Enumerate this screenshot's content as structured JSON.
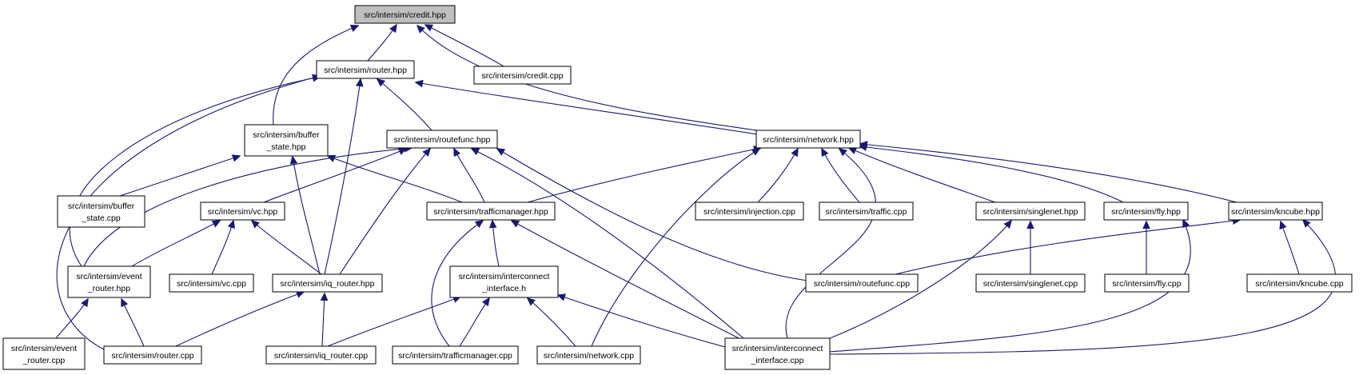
{
  "colors": {
    "background": "#ffffff",
    "root_fill": "#bfbfbf",
    "node_fill": "#ffffff",
    "node_border": "#000000",
    "edge": "#191970"
  },
  "nodes": [
    {
      "id": "credit_hpp",
      "lines": [
        "src/intersim/credit.hpp"
      ],
      "root": true
    },
    {
      "id": "router_hpp",
      "lines": [
        "src/intersim/router.hpp"
      ]
    },
    {
      "id": "credit_cpp",
      "lines": [
        "src/intersim/credit.cpp"
      ]
    },
    {
      "id": "buffer_state_hpp",
      "lines": [
        "src/intersim/buffer",
        "_state.hpp"
      ]
    },
    {
      "id": "routefunc_hpp",
      "lines": [
        "src/intersim/routefunc.hpp"
      ]
    },
    {
      "id": "network_hpp",
      "lines": [
        "src/intersim/network.hpp"
      ]
    },
    {
      "id": "buffer_state_cpp",
      "lines": [
        "src/intersim/buffer",
        "_state.cpp"
      ]
    },
    {
      "id": "vc_hpp",
      "lines": [
        "src/intersim/vc.hpp"
      ]
    },
    {
      "id": "trafficmanager_hpp",
      "lines": [
        "src/intersim/trafficmanager.hpp"
      ]
    },
    {
      "id": "injection_cpp",
      "lines": [
        "src/intersim/injection.cpp"
      ]
    },
    {
      "id": "traffic_cpp",
      "lines": [
        "src/intersim/traffic.cpp"
      ]
    },
    {
      "id": "singlenet_hpp",
      "lines": [
        "src/intersim/singlenet.hpp"
      ]
    },
    {
      "id": "fly_hpp",
      "lines": [
        "src/intersim/fly.hpp"
      ]
    },
    {
      "id": "kncube_hpp",
      "lines": [
        "src/intersim/kncube.hpp"
      ]
    },
    {
      "id": "event_router_hpp",
      "lines": [
        "src/intersim/event",
        "_router.hpp"
      ]
    },
    {
      "id": "vc_cpp",
      "lines": [
        "src/intersim/vc.cpp"
      ]
    },
    {
      "id": "iq_router_hpp",
      "lines": [
        "src/intersim/iq_router.hpp"
      ]
    },
    {
      "id": "interconnect_interface_h",
      "lines": [
        "src/intersim/interconnect",
        "_interface.h"
      ]
    },
    {
      "id": "routefunc_cpp",
      "lines": [
        "src/intersim/routefunc.cpp"
      ]
    },
    {
      "id": "singlenet_cpp",
      "lines": [
        "src/intersim/singlenet.cpp"
      ]
    },
    {
      "id": "fly_cpp",
      "lines": [
        "src/intersim/fly.cpp"
      ]
    },
    {
      "id": "kncube_cpp",
      "lines": [
        "src/intersim/kncube.cpp"
      ]
    },
    {
      "id": "event_router_cpp",
      "lines": [
        "src/intersim/event",
        "_router.cpp"
      ]
    },
    {
      "id": "router_cpp",
      "lines": [
        "src/intersim/router.cpp"
      ]
    },
    {
      "id": "iq_router_cpp",
      "lines": [
        "src/intersim/iq_router.cpp"
      ]
    },
    {
      "id": "trafficmanager_cpp",
      "lines": [
        "src/intersim/trafficmanager.cpp"
      ]
    },
    {
      "id": "network_cpp",
      "lines": [
        "src/intersim/network.cpp"
      ]
    },
    {
      "id": "interconnect_interface_cpp",
      "lines": [
        "src/intersim/interconnect",
        "_interface.cpp"
      ]
    }
  ],
  "edges": [
    {
      "from": "router_hpp",
      "to": "credit_hpp"
    },
    {
      "from": "credit_cpp",
      "to": "credit_hpp"
    },
    {
      "from": "buffer_state_hpp",
      "to": "credit_hpp"
    },
    {
      "from": "network_hpp",
      "to": "credit_hpp"
    },
    {
      "from": "routefunc_hpp",
      "to": "router_hpp"
    },
    {
      "from": "network_hpp",
      "to": "router_hpp"
    },
    {
      "from": "event_router_hpp",
      "to": "router_hpp"
    },
    {
      "from": "iq_router_hpp",
      "to": "router_hpp"
    },
    {
      "from": "router_cpp",
      "to": "router_hpp"
    },
    {
      "from": "buffer_state_cpp",
      "to": "buffer_state_hpp"
    },
    {
      "from": "trafficmanager_hpp",
      "to": "buffer_state_hpp"
    },
    {
      "from": "iq_router_hpp",
      "to": "buffer_state_hpp"
    },
    {
      "from": "vc_hpp",
      "to": "routefunc_hpp"
    },
    {
      "from": "trafficmanager_hpp",
      "to": "routefunc_hpp"
    },
    {
      "from": "event_router_hpp",
      "to": "routefunc_hpp"
    },
    {
      "from": "iq_router_hpp",
      "to": "routefunc_hpp"
    },
    {
      "from": "routefunc_cpp",
      "to": "routefunc_hpp"
    },
    {
      "from": "interconnect_interface_cpp",
      "to": "routefunc_hpp"
    },
    {
      "from": "trafficmanager_hpp",
      "to": "network_hpp"
    },
    {
      "from": "injection_cpp",
      "to": "network_hpp"
    },
    {
      "from": "traffic_cpp",
      "to": "network_hpp"
    },
    {
      "from": "singlenet_hpp",
      "to": "network_hpp"
    },
    {
      "from": "fly_hpp",
      "to": "network_hpp"
    },
    {
      "from": "kncube_hpp",
      "to": "network_hpp"
    },
    {
      "from": "network_cpp",
      "to": "network_hpp"
    },
    {
      "from": "interconnect_interface_cpp",
      "to": "network_hpp"
    },
    {
      "from": "event_router_hpp",
      "to": "vc_hpp"
    },
    {
      "from": "vc_cpp",
      "to": "vc_hpp"
    },
    {
      "from": "iq_router_hpp",
      "to": "vc_hpp"
    },
    {
      "from": "interconnect_interface_h",
      "to": "trafficmanager_hpp"
    },
    {
      "from": "trafficmanager_cpp",
      "to": "trafficmanager_hpp"
    },
    {
      "from": "interconnect_interface_cpp",
      "to": "trafficmanager_hpp"
    },
    {
      "from": "interconnect_interface_cpp",
      "to": "singlenet_hpp"
    },
    {
      "from": "singlenet_cpp",
      "to": "singlenet_hpp"
    },
    {
      "from": "fly_cpp",
      "to": "fly_hpp"
    },
    {
      "from": "interconnect_interface_cpp",
      "to": "fly_hpp"
    },
    {
      "from": "routefunc_cpp",
      "to": "kncube_hpp"
    },
    {
      "from": "kncube_cpp",
      "to": "kncube_hpp"
    },
    {
      "from": "interconnect_interface_cpp",
      "to": "kncube_hpp"
    },
    {
      "from": "event_router_cpp",
      "to": "event_router_hpp"
    },
    {
      "from": "router_cpp",
      "to": "event_router_hpp"
    },
    {
      "from": "router_cpp",
      "to": "iq_router_hpp"
    },
    {
      "from": "iq_router_cpp",
      "to": "iq_router_hpp"
    },
    {
      "from": "iq_router_cpp",
      "to": "interconnect_interface_h"
    },
    {
      "from": "trafficmanager_cpp",
      "to": "interconnect_interface_h"
    },
    {
      "from": "network_cpp",
      "to": "interconnect_interface_h"
    },
    {
      "from": "interconnect_interface_cpp",
      "to": "interconnect_interface_h"
    }
  ]
}
